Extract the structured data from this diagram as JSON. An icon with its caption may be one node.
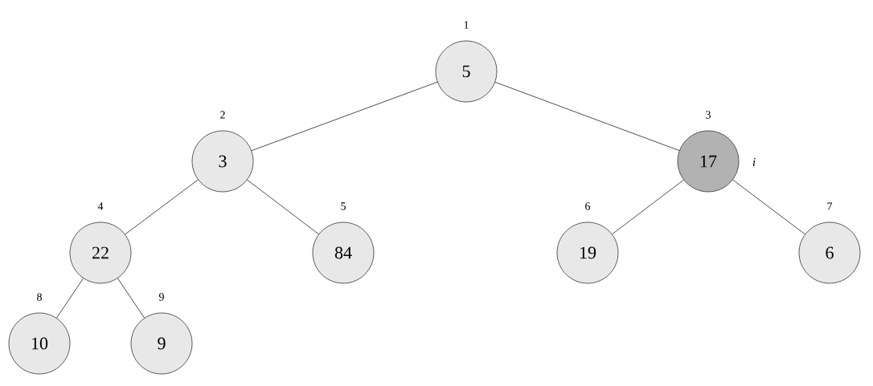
{
  "diagram": {
    "nodes": [
      {
        "text": [
          "5"
        ],
        "beside": [
          "1"
        ]
      },
      {
        "text": [
          "3"
        ],
        "beside": [
          "2"
        ]
      },
      {
        "text": [
          "17"
        ],
        "beside": [
          "3",
          "i"
        ]
      },
      {
        "text": [
          "22"
        ],
        "beside": [
          "4"
        ]
      },
      {
        "text": [
          "84"
        ],
        "beside": [
          "5"
        ]
      },
      {
        "text": [
          "19"
        ],
        "beside": [
          "6"
        ]
      },
      {
        "text": [
          "6"
        ],
        "beside": [
          "7"
        ]
      },
      {
        "text": [
          "10"
        ],
        "beside": [
          "8"
        ]
      },
      {
        "text": [
          "9"
        ],
        "beside": [
          "9"
        ]
      }
    ],
    "edges": [
      {
        "from": 0,
        "to": 1,
        "arrow": "none"
      },
      {
        "from": 0,
        "to": 2,
        "arrow": "none"
      },
      {
        "from": 1,
        "to": 3,
        "arrow": "none"
      },
      {
        "from": 1,
        "to": 4,
        "arrow": "none"
      },
      {
        "from": 2,
        "to": 5,
        "arrow": "none"
      },
      {
        "from": 2,
        "to": 6,
        "arrow": "none"
      },
      {
        "from": 3,
        "to": 7,
        "arrow": "none"
      },
      {
        "from": 3,
        "to": 8,
        "arrow": "none"
      }
    ]
  }
}
